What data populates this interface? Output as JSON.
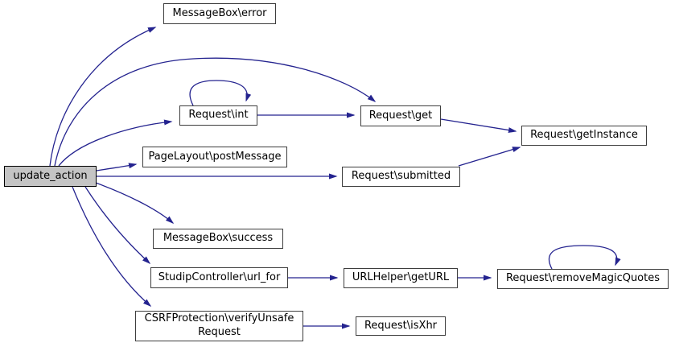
{
  "diagram": {
    "type": "call-graph",
    "background_color": "#ffffff",
    "edge_color": "#24238f",
    "node_border_color": "#3d3d3d",
    "main_node_fill": "#c4c4c4",
    "nodes": [
      {
        "id": "update_action",
        "label": "update_action",
        "main": true
      },
      {
        "id": "messagebox_error",
        "label": "MessageBox\\error"
      },
      {
        "id": "request_int",
        "label": "Request\\int"
      },
      {
        "id": "request_get",
        "label": "Request\\get"
      },
      {
        "id": "request_getinstance",
        "label": "Request\\getInstance"
      },
      {
        "id": "pagelayout_postmessage",
        "label": "PageLayout\\postMessage"
      },
      {
        "id": "request_submitted",
        "label": "Request\\submitted"
      },
      {
        "id": "messagebox_success",
        "label": "MessageBox\\success"
      },
      {
        "id": "studipcontroller_url_for",
        "label": "StudipController\\url_for"
      },
      {
        "id": "urlhelper_geturl",
        "label": "URLHelper\\getURL"
      },
      {
        "id": "request_removemagicquotes",
        "label": "Request\\removeMagicQuotes"
      },
      {
        "id": "csrfprotection_verifyunsaferequest",
        "label": "CSRFProtection\\verifyUnsafeRequest",
        "line1": "CSRFProtection\\verifyUnsafe",
        "line2": "Request"
      },
      {
        "id": "request_isxhr",
        "label": "Request\\isXhr"
      }
    ],
    "edges": [
      {
        "from": "update_action",
        "to": "MessageBox\\error"
      },
      {
        "from": "update_action",
        "to": "Request\\get"
      },
      {
        "from": "update_action",
        "to": "Request\\int"
      },
      {
        "from": "update_action",
        "to": "PageLayout\\postMessage"
      },
      {
        "from": "update_action",
        "to": "Request\\submitted"
      },
      {
        "from": "update_action",
        "to": "MessageBox\\success"
      },
      {
        "from": "update_action",
        "to": "StudipController\\url_for"
      },
      {
        "from": "update_action",
        "to": "CSRFProtection\\verifyUnsafeRequest"
      },
      {
        "from": "Request\\int",
        "to": "Request\\int"
      },
      {
        "from": "Request\\int",
        "to": "Request\\get"
      },
      {
        "from": "Request\\get",
        "to": "Request\\getInstance"
      },
      {
        "from": "Request\\submitted",
        "to": "Request\\getInstance"
      },
      {
        "from": "StudipController\\url_for",
        "to": "URLHelper\\getURL"
      },
      {
        "from": "URLHelper\\getURL",
        "to": "Request\\removeMagicQuotes"
      },
      {
        "from": "Request\\removeMagicQuotes",
        "to": "Request\\removeMagicQuotes"
      },
      {
        "from": "CSRFProtection\\verifyUnsafeRequest",
        "to": "Request\\isXhr"
      }
    ]
  }
}
